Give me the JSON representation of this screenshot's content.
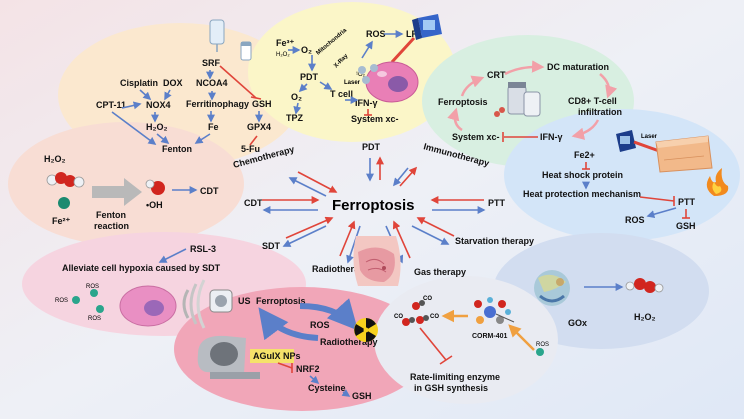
{
  "center": {
    "title": "Ferroptosis"
  },
  "hub_labels": {
    "pdt": "PDT",
    "immunotherapy": "Immunotherapy",
    "chemotherapy": "Chemotherapy",
    "cdt": "CDT",
    "ptt": "PTT",
    "sdt": "SDT",
    "starvation": "Starvation therapy",
    "radiotherapy": "Radiotherapy",
    "gas": "Gas therapy"
  },
  "chemo_panel": {
    "srf": "SRF",
    "cisplatin": "Cisplatin",
    "dox": "DOX",
    "ncoa4": "NCOA4",
    "cpt11": "CPT-11",
    "nox4": "NOX4",
    "ferritinophagy": "Ferritinophagy",
    "gsh": "GSH",
    "h2o2": "H₂O₂",
    "fe": "Fe",
    "gpx4": "GPX4",
    "fenton": "Fenton",
    "fu5": "5-Fu"
  },
  "pdt_panel": {
    "fe3": "Fe³⁺",
    "h2o2": "H₂O₂",
    "o2": "O₂",
    "mito": "Mitochondria",
    "xray": "X-Ray",
    "laser": "Laser",
    "ros": "ROS",
    "lpo": "LPO",
    "pdt": "PDT",
    "o2b": "O₂",
    "tcell": "T cell",
    "tpz": "TPZ",
    "ifn": "IFN-γ",
    "systemxc": "System xc-",
    "singlet": "¹O₂"
  },
  "immuno_panel": {
    "crt": "CRT",
    "dc": "DC maturation",
    "cd8": "CD8+ T-cell",
    "infil": "infiltration",
    "ferro": "Ferroptosis",
    "ifn": "IFN-γ",
    "sysxc": "System xc-"
  },
  "cdt_panel": {
    "h2o2": "H₂O₂",
    "fe2": "Fe²⁺",
    "oh": "•OH",
    "cdt": "CDT",
    "fenton": "Fenton",
    "reaction": "reaction"
  },
  "ptt_panel": {
    "laser": "Laser",
    "fe2": "Fe2+",
    "hsp": "Heat shock protein",
    "hpm": "Heat protection mechanism",
    "ptt": "PTT",
    "ros": "ROS",
    "gsh": "GSH"
  },
  "sdt_panel": {
    "rsl3": "RSL-3",
    "hypoxia": "Alleviate cell hypoxia caused by SDT",
    "ros1": "ROS",
    "ros2": "ROS",
    "ros3": "ROS",
    "us": "US"
  },
  "starv_panel": {
    "gox": "GOx",
    "h2o2": "H₂O₂"
  },
  "radio_panel": {
    "ferro": "Ferroptosis",
    "ros": "ROS",
    "radio": "Radiotherapy",
    "agulx": "AGuIX NPs",
    "nrf2": "NRF2",
    "cys": "Cysteine",
    "gsh": "GSH"
  },
  "gas_panel": {
    "co1": "CO",
    "co2": "CO",
    "co3": "CO",
    "corm": "CORM-401",
    "ros": "ROS",
    "rate1": "Rate-limiting enzyme",
    "rate2": "in GSH synthesis"
  }
}
